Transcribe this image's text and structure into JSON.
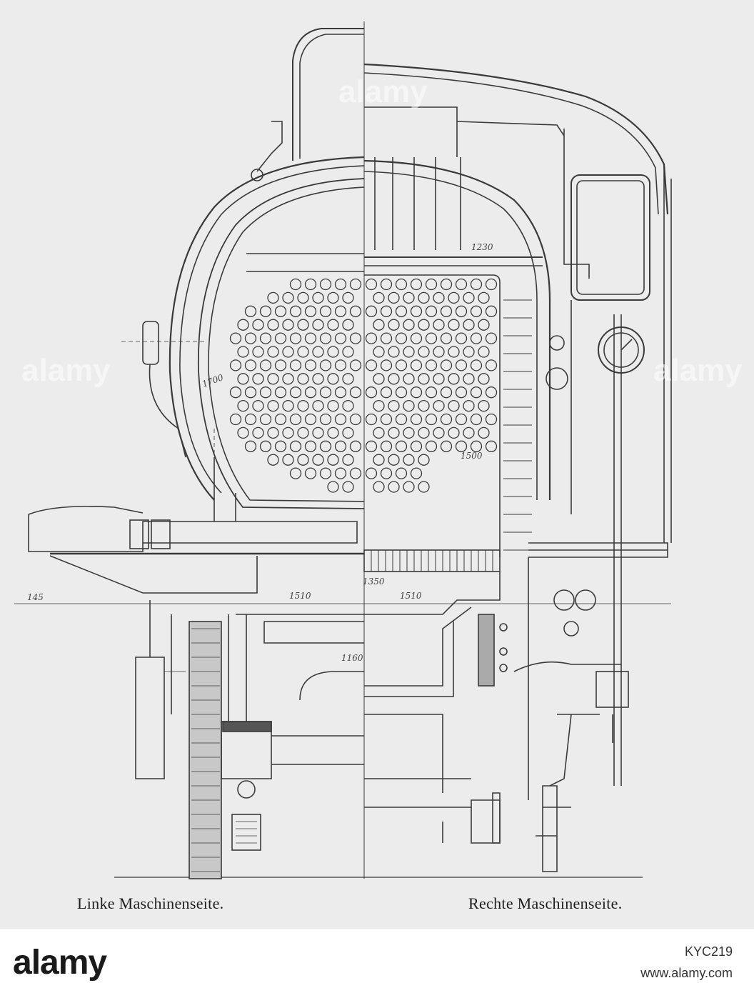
{
  "captions": {
    "left": "Linke Maschinenseite.",
    "right": "Rechte Maschinenseite."
  },
  "dimensions": {
    "d1230": "1230",
    "d1700": "1700",
    "d1500": "1500",
    "d1350": "1350",
    "d1510": "1510",
    "d1510_right": "1510",
    "d1160": "1160",
    "d145": "145"
  },
  "watermark": {
    "brand": "alamy",
    "stock_id": "KYC219",
    "url": "www.alamy.com"
  },
  "colors": {
    "paper": "#ececec",
    "ink": "#3a3a3a"
  }
}
